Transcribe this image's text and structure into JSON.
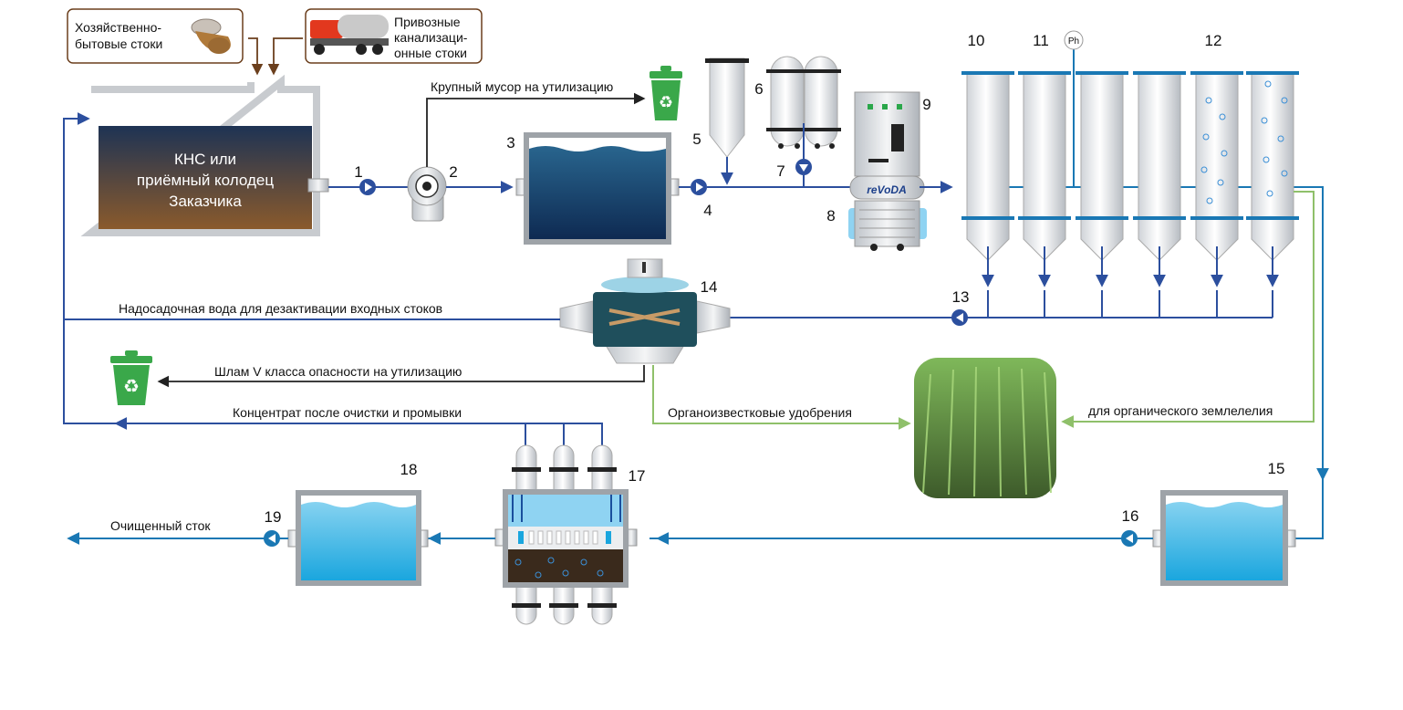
{
  "sources": {
    "domestic_line1": "Хозяйственно-",
    "domestic_line2": "бытовые стоки",
    "delivered_line1": "Привозные",
    "delivered_line2": "канализаци-",
    "delivered_line3": "онные стоки"
  },
  "tank_main": {
    "line1": "КНС или",
    "line2": "приёмный колодец",
    "line3": "Заказчика"
  },
  "labels": {
    "coarse_waste": "Крупный мусор на утилизацию",
    "supernatant": "Надосадочная вода для дезактивации входных стоков",
    "sludge": "Шлам V класса опасности на утилизацию",
    "concentrate": "Концентрат после очистки и промывки",
    "fertilizer": "Органоизвестковые удобрения",
    "organic": "для органического землелелия",
    "clean_outflow": "Очищенный сток",
    "brand": "reVoDA",
    "ph": "Ph"
  },
  "numbers": {
    "n1": "1",
    "n2": "2",
    "n3": "3",
    "n4": "4",
    "n5": "5",
    "n6": "6",
    "n7": "7",
    "n8": "8",
    "n9": "9",
    "n10": "10",
    "n11": "11",
    "n12": "12",
    "n13": "13",
    "n14": "14",
    "n15": "15",
    "n16": "16",
    "n17": "17",
    "n18": "18",
    "n19": "19"
  },
  "colors": {
    "process_line": "#2c4f9e",
    "clean_line": "#1a78b4",
    "fertilizer_line": "#8fc06a",
    "recycle_bin": "#3aa84a",
    "sewage_top": "#1e3354",
    "sewage_bottom": "#8a5a2c"
  }
}
